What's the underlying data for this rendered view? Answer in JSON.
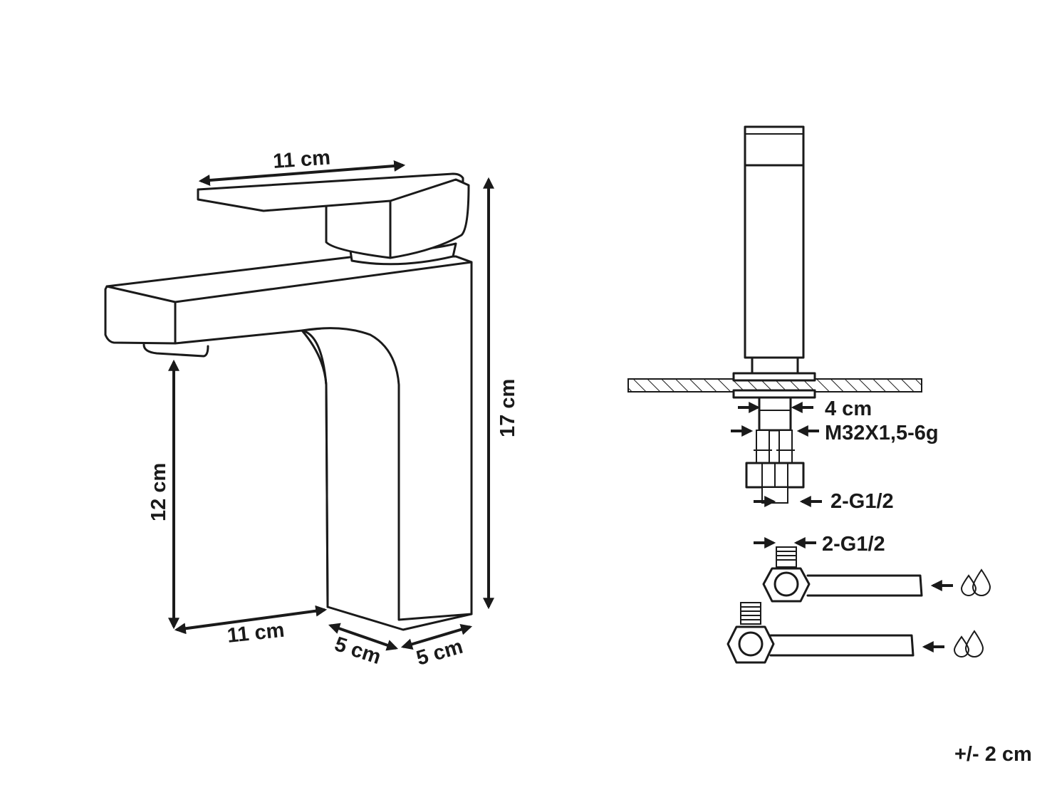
{
  "dimensions": {
    "handle_length": "11 cm",
    "total_height": "17 cm",
    "spout_clearance": "12 cm",
    "base_length": "11 cm",
    "base_depth": "5 cm",
    "base_width": "5 cm"
  },
  "installation": {
    "hole_diameter": "4 cm",
    "thread": "M32X1,5-6g",
    "inlet_connector": "2-G1/2",
    "hose_connector": "2-G1/2"
  },
  "tolerance": "+/- 2 cm",
  "colors": {
    "stroke": "#1a1a1a",
    "background": "#ffffff"
  },
  "icons": [
    "water-drops-icon",
    "water-drops-icon"
  ]
}
